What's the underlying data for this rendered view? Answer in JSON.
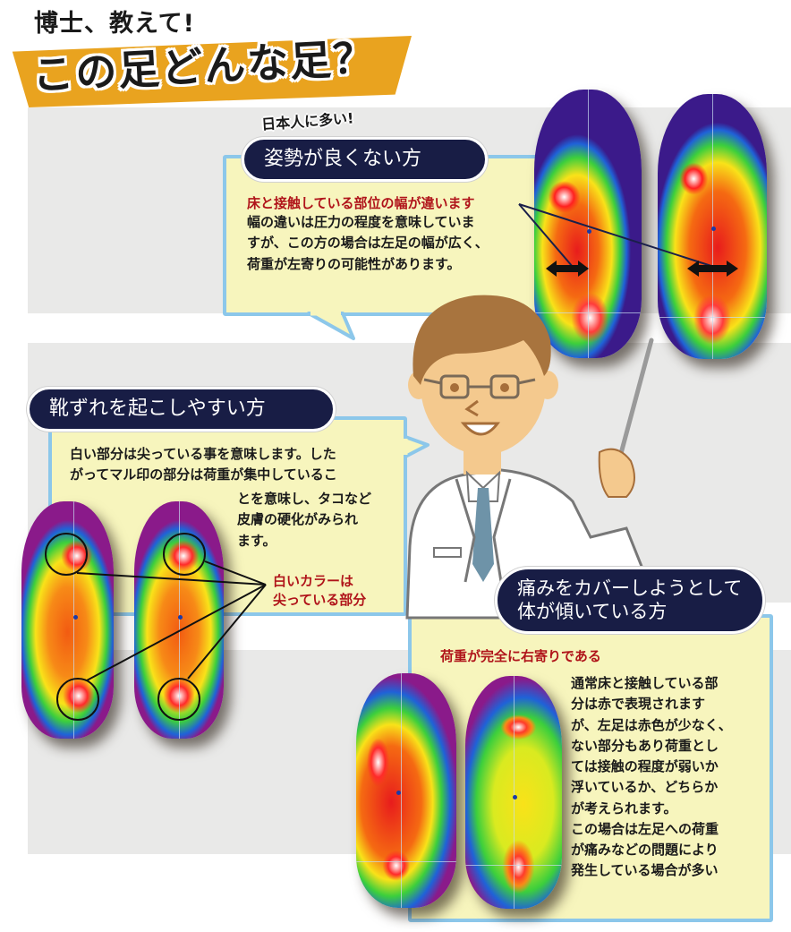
{
  "header": {
    "subtitle": "博士、教えて!",
    "title": "この足どんな足？",
    "banner_color": "#e9a31f"
  },
  "sections": [
    {
      "tag": "日本人に多い!",
      "heading": "姿勢が良くない方",
      "highlight": "床と接触している部位の幅が違います",
      "body": [
        "幅の違いは圧力の程度を意味していま",
        "すが、この方の場合は左足の幅が広く、",
        "荷重が左寄りの可能性があります。"
      ]
    },
    {
      "heading": "靴ずれを起こしやすい方",
      "body": [
        "白い部分は尖っている事を意味します。した",
        "がってマル印の部分は荷重が集中しているこ",
        "とを意味し、タコなど",
        "皮膚の硬化がみられ",
        "ます。"
      ],
      "callout": [
        "白いカラーは",
        "尖っている部分"
      ]
    },
    {
      "heading": [
        "痛みをカバーしようとして",
        "体が傾いている方"
      ],
      "highlight": "荷重が完全に右寄りである",
      "body": [
        "通常床と接触している部",
        "分は赤で表現されます",
        "が、左足は赤色が少なく、",
        "ない部分もあり荷重とし",
        "ては接触の程度が弱いか",
        "浮いているか、どちらか",
        "が考えられます。",
        "この場合は左足への荷重",
        "が痛みなどの問題により",
        "発生している場合が多い"
      ]
    }
  ],
  "colors": {
    "pill_bg": "#181d45",
    "panel_bg": "#f7f5bd",
    "panel_border": "#8cc7ea",
    "highlight_text": "#b0141a",
    "band_gray": "#e9e9e8"
  }
}
